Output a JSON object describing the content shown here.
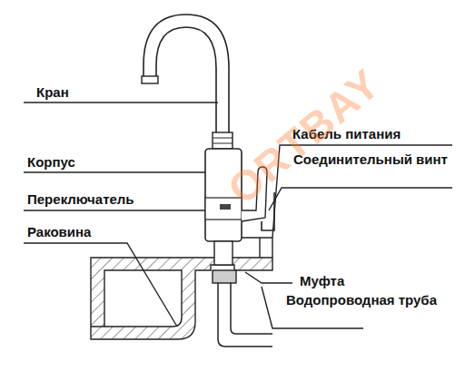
{
  "diagram": {
    "labels": [
      "Кран",
      "Кабель питания",
      "Корпус",
      "Соединительный винт",
      "Переключатель",
      "Раковина",
      "Муфта",
      "Водопроводная труба",
      "ORTBAY"
    ]
  }
}
